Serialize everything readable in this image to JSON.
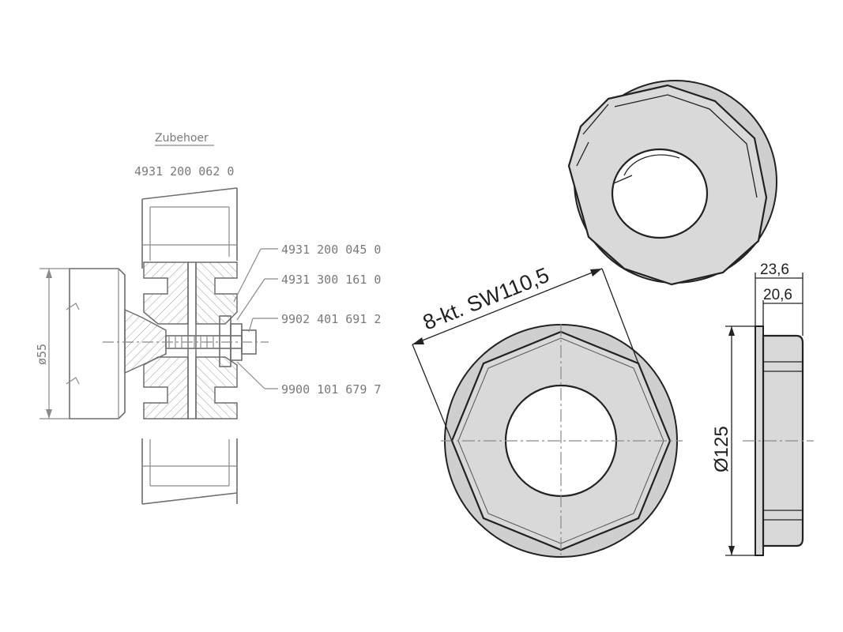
{
  "section_view": {
    "title": "Zubehoer",
    "assembly_number": "4931 200 062 0",
    "part_callouts": [
      "4931 200 045 0",
      "4931 300 161 0",
      "9902 401 691 2",
      "9900 101 679 7"
    ],
    "diameter_label": "ø55"
  },
  "front_view": {
    "across_flats_label": "8-kt. SW110,5"
  },
  "side_view": {
    "width_outer_label": "23,6",
    "width_inner_label": "20,6",
    "diameter_label": "Ø125"
  },
  "colors": {
    "part_fill": "#d9d9d9",
    "outline": "#222222",
    "section_lines": "#8a8a8a"
  }
}
